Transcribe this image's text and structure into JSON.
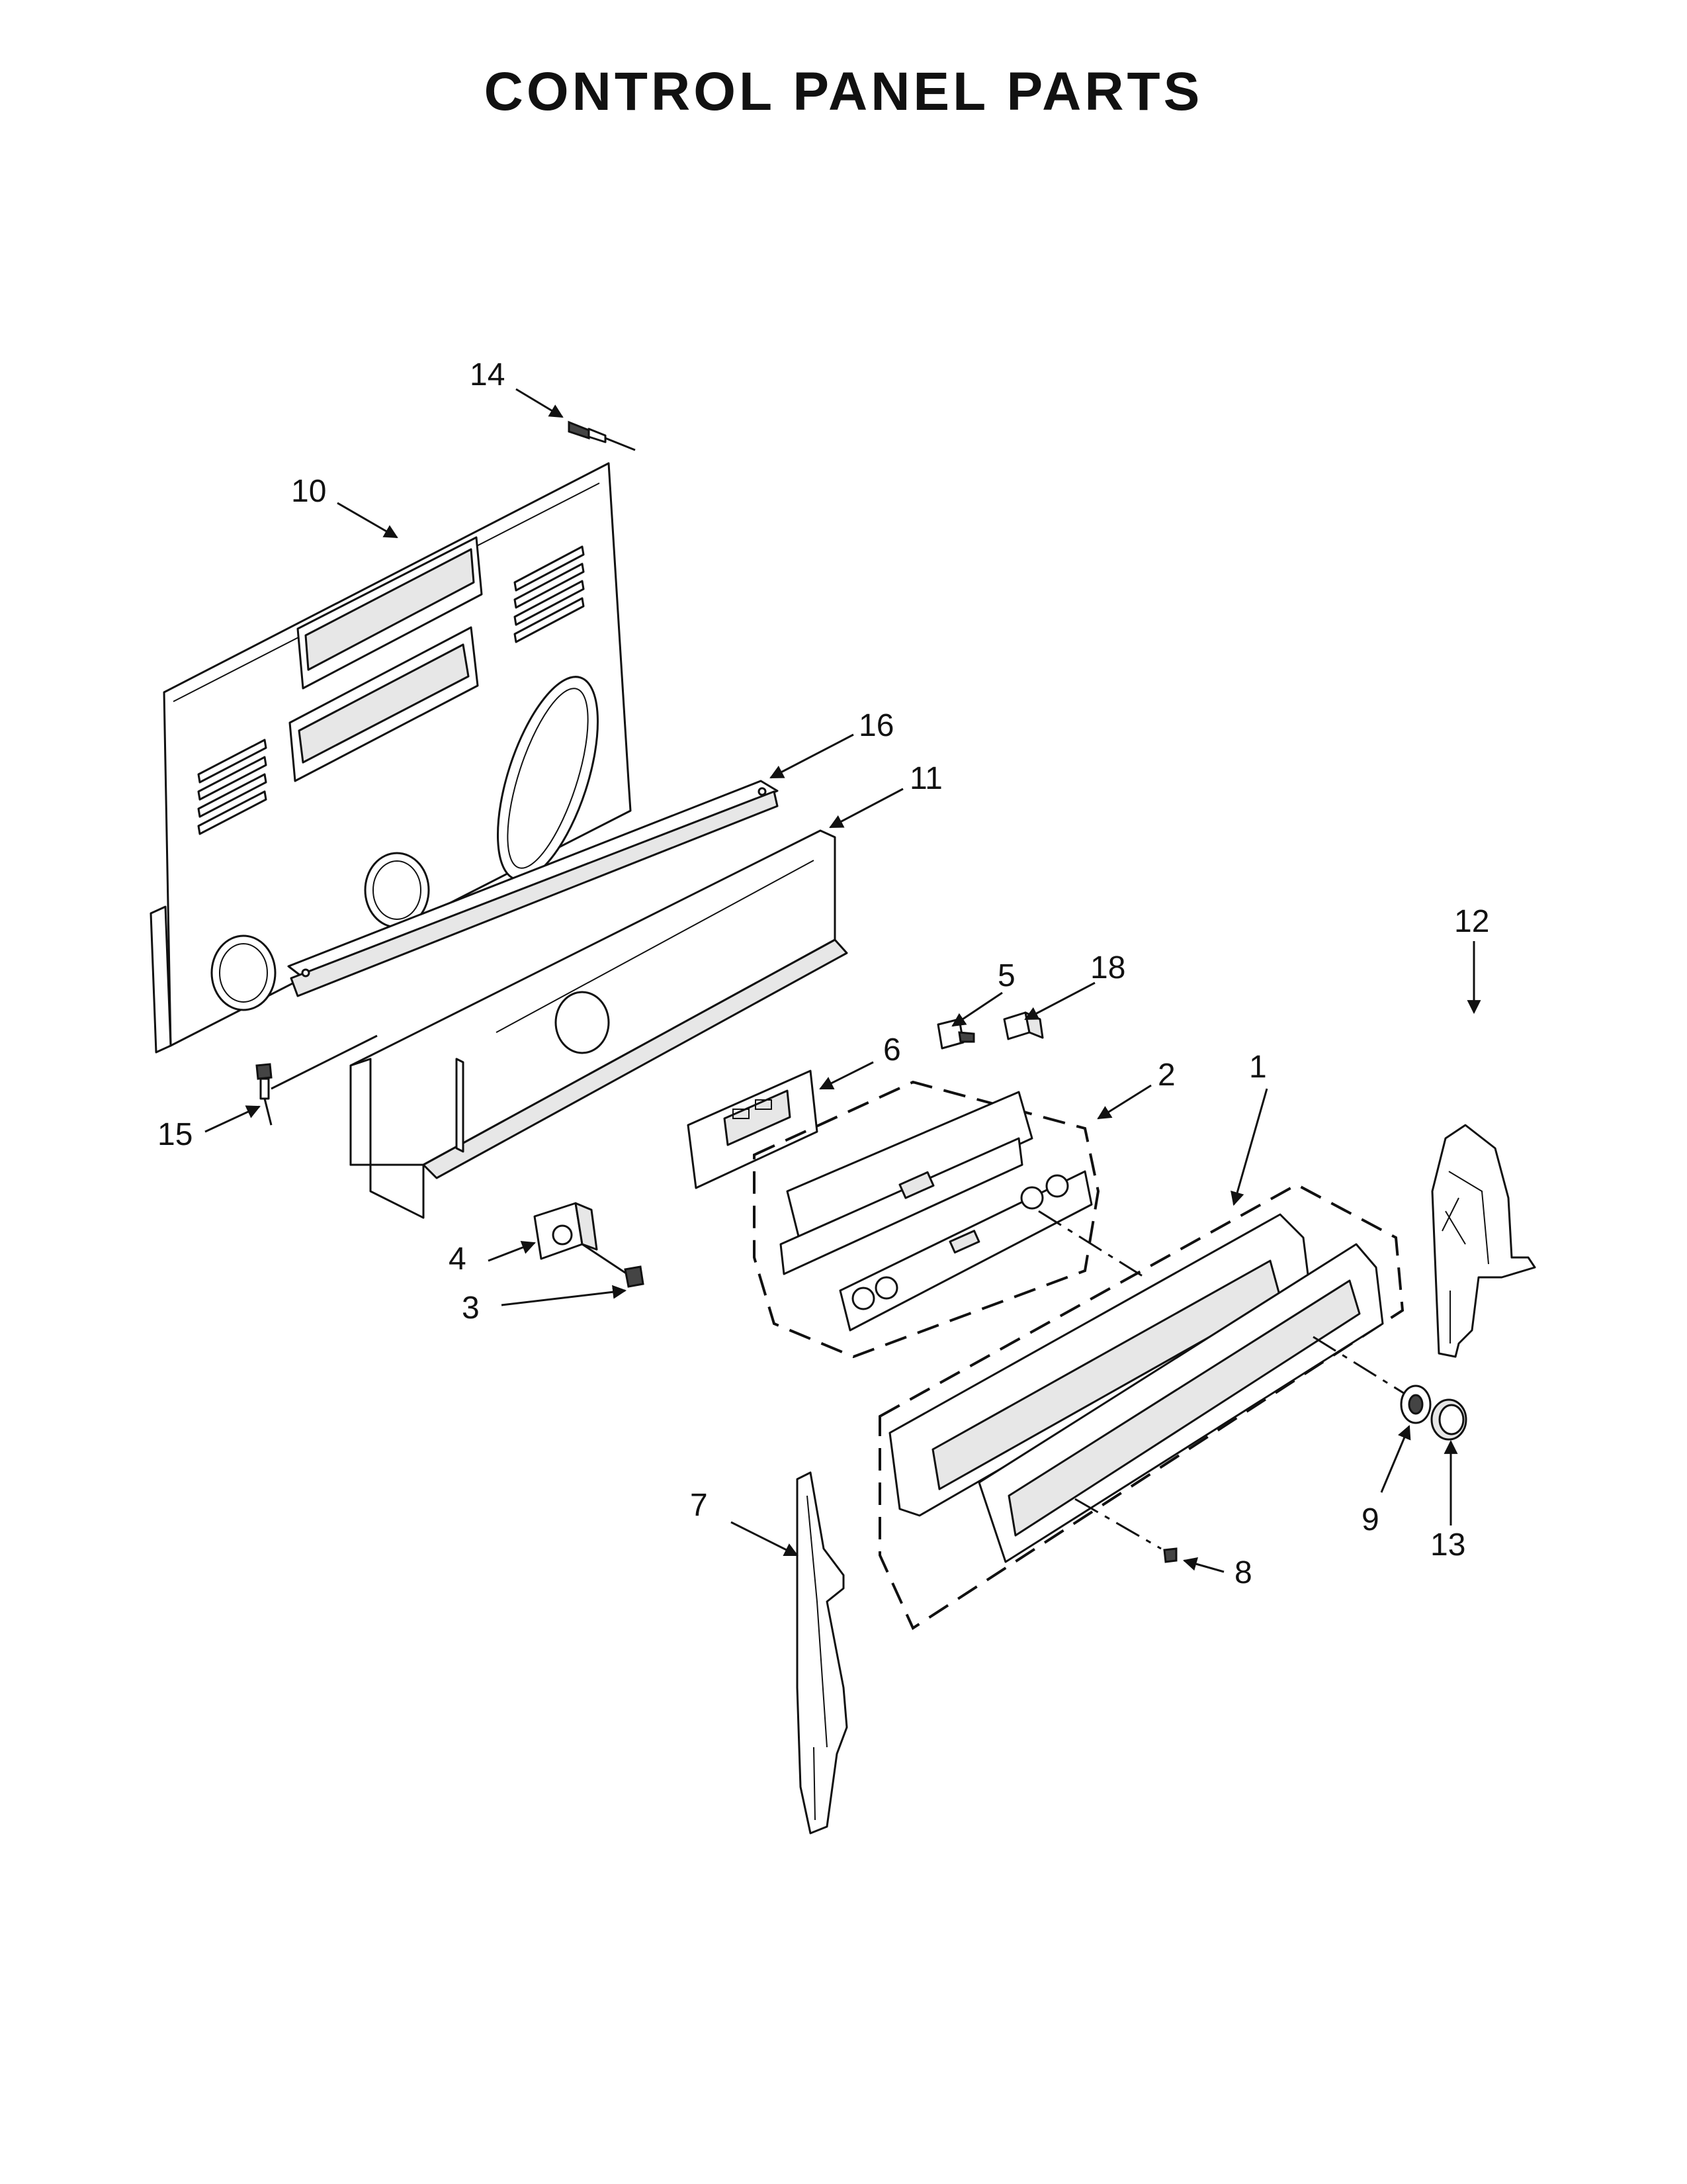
{
  "title": "CONTROL PANEL PARTS",
  "callouts": {
    "p1": "1",
    "p2": "2",
    "p3": "3",
    "p4": "4",
    "p5": "5",
    "p6": "6",
    "p7": "7",
    "p8": "8",
    "p9": "9",
    "p10": "10",
    "p11": "11",
    "p12": "12",
    "p13": "13",
    "p14": "14",
    "p15": "15",
    "p16": "16",
    "p18": "18"
  }
}
